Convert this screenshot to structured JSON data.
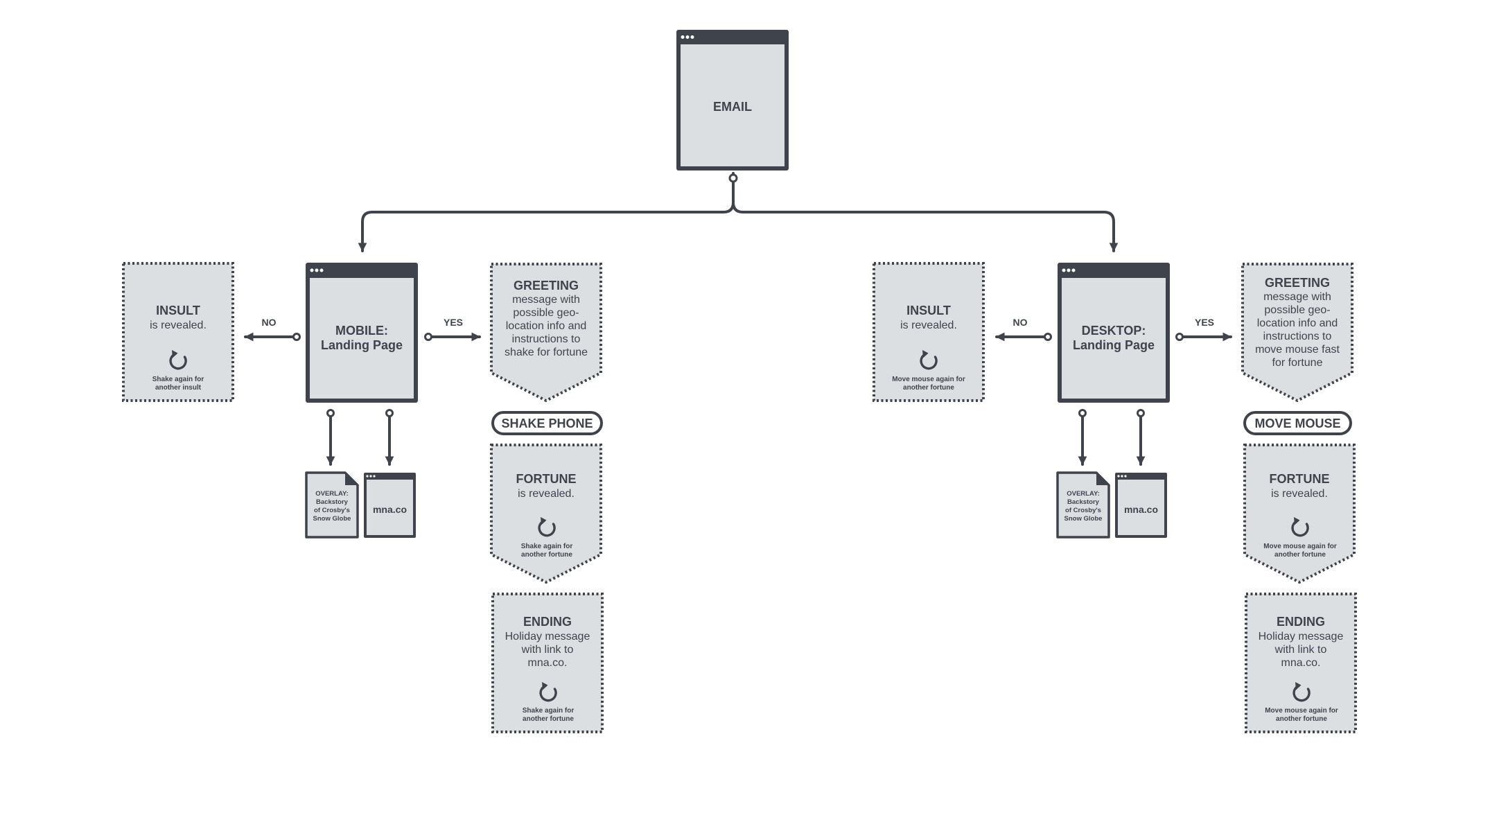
{
  "email": {
    "title": "EMAIL"
  },
  "branches": [
    {
      "page_title": "MOBILE:",
      "page_subtitle": "Landing Page",
      "no_label": "NO",
      "yes_label": "YES",
      "insult": {
        "title": "INSULT",
        "body": "is revealed.",
        "hint_line1": "Shake again for",
        "hint_line2": "another insult"
      },
      "greeting": {
        "title": "GREETING",
        "lines": [
          "message with",
          "possible geo-",
          "location info and",
          "instructions to",
          "shake for fortune"
        ]
      },
      "action": "SHAKE PHONE",
      "overlay": {
        "lines": [
          "OVERLAY:",
          "Backstory",
          "of Crosby's",
          "Snow Globe"
        ]
      },
      "site": "mna.co",
      "fortune": {
        "title": "FORTUNE",
        "body": "is revealed.",
        "hint_line1": "Shake again for",
        "hint_line2": "another fortune"
      },
      "ending": {
        "title": "ENDING",
        "lines": [
          "Holiday message",
          "with link to",
          "mna.co."
        ],
        "hint_line1": "Shake again for",
        "hint_line2": "another fortune"
      }
    },
    {
      "page_title": "DESKTOP:",
      "page_subtitle": "Landing Page",
      "no_label": "NO",
      "yes_label": "YES",
      "insult": {
        "title": "INSULT",
        "body": "is revealed.",
        "hint_line1": "Move mouse again for",
        "hint_line2": "another fortune"
      },
      "greeting": {
        "title": "GREETING",
        "lines": [
          "message with",
          "possible geo-",
          "location info and",
          "instructions to",
          "move mouse fast",
          "for fortune"
        ]
      },
      "action": "MOVE MOUSE",
      "overlay": {
        "lines": [
          "OVERLAY:",
          "Backstory",
          "of Crosby's",
          "Snow Globe"
        ]
      },
      "site": "mna.co",
      "fortune": {
        "title": "FORTUNE",
        "body": "is revealed.",
        "hint_line1": "Move mouse again for",
        "hint_line2": "another fortune"
      },
      "ending": {
        "title": "ENDING",
        "lines": [
          "Holiday message",
          "with link to",
          "mna.co."
        ],
        "hint_line1": "Move mouse again for",
        "hint_line2": "another fortune"
      }
    }
  ],
  "colors": {
    "ink": "#3f444c",
    "fill": "#dcdfe2",
    "background": "#ffffff"
  },
  "icons": [
    "browser-window-icon",
    "refresh-icon",
    "document-icon",
    "arrow-icon"
  ]
}
